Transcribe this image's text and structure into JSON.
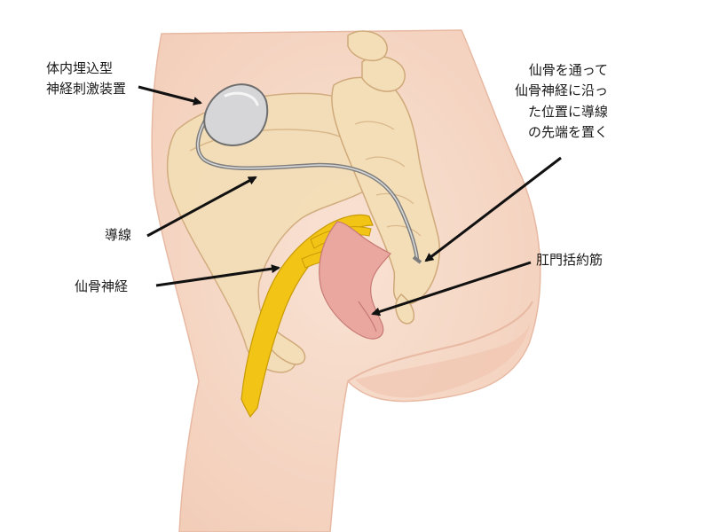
{
  "labels": {
    "device": [
      "体内埋込型",
      "神経刺激装置"
    ],
    "lead": "導線",
    "nerve": "仙骨神経",
    "tip": [
      "仙骨を通って",
      "仙骨神経に沿っ",
      "た位置に導線",
      "の先端を置く"
    ],
    "sphincter": "肛門括約筋"
  },
  "colors": {
    "skin": "#f7d9c6",
    "skin_outline": "#e7b9a3",
    "bone": "#f3deb7",
    "bone_outline": "#cfa97a",
    "nerve": "#f2c416",
    "nerve_outline": "#c89a05",
    "muscle": "#e9a7a0",
    "muscle_outline": "#c77a74",
    "device": "#d6d6d8",
    "lead": "#9a9a9a",
    "arrow": "#111111"
  }
}
